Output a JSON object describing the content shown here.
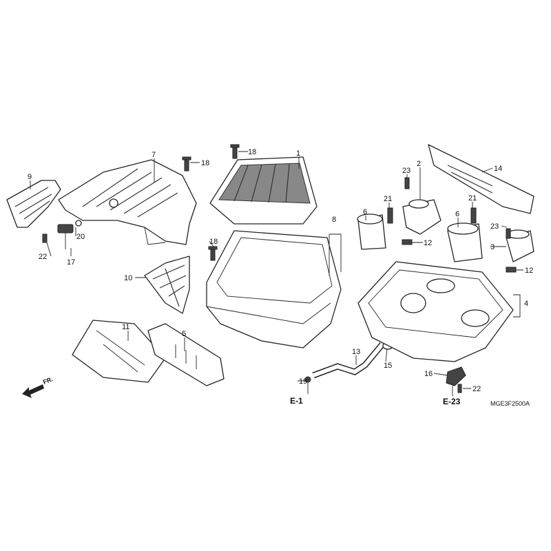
{
  "diagram": {
    "code": "MGE3F2500A",
    "front_arrow": "FR.",
    "refs": {
      "e1": "E-1",
      "e23": "E-23"
    },
    "callouts": {
      "c1": "1",
      "c2": "2",
      "c3": "3",
      "c4": "4",
      "c5": "5",
      "c6a": "6",
      "c6b": "6",
      "c7": "7",
      "c8": "8",
      "c9": "9",
      "c10": "10",
      "c11": "11",
      "c12a": "12",
      "c12b": "12",
      "c13": "13",
      "c14": "14",
      "c15": "15",
      "c16": "16",
      "c17": "17",
      "c18a": "18",
      "c18b": "18",
      "c18c": "18",
      "c19": "19",
      "c20": "20",
      "c21a": "21",
      "c21b": "21",
      "c22a": "22",
      "c22b": "22",
      "c23a": "23",
      "c23b": "23"
    }
  }
}
